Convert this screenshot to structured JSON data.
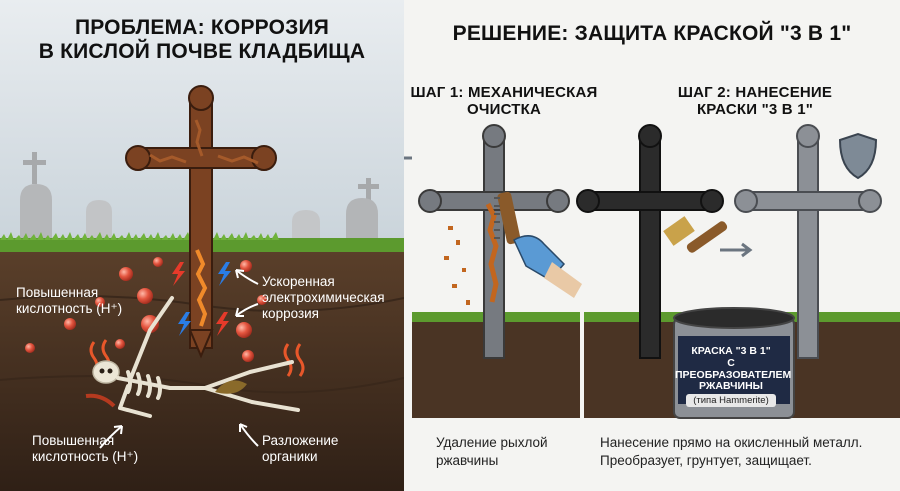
{
  "problem": {
    "title": "ПРОБЛЕМА: КОРРОЗИЯ\nВ КИСЛОЙ ПОЧВЕ КЛАДБИЩА",
    "label_acidity_top": "Повышенная\nкислотность (H⁺)",
    "label_corrosion": "Ускоренная\nэлектрохимическая\nкоррозия",
    "label_acidity_bottom": "Повышенная\nкислотность (H⁺)",
    "label_decomposition": "Разложение\nорганики"
  },
  "solution": {
    "title": "РЕШЕНИЕ: ЗАЩИТА КРАСКОЙ \"3 В 1\"",
    "step1_title": "ШАГ 1: МЕХАНИЧЕСКАЯ\nОЧИСТКА",
    "step2_title": "ШАГ 2: НАНЕСЕНИЕ\nКРАСКИ \"3 В 1\"",
    "step1_caption": "Удаление рыхлой\nржавчины",
    "step2_caption": "Нанесение прямо на окисленный металл.\nПреобразует, грунтует, защищает.",
    "can_label": "КРАСКА \"3 В 1\"\nС ПРЕОБРАЗОВАТЕЛЕМ\nРЖАВЧИНЫ",
    "can_sublabel": "(типа Hammerite)"
  },
  "colors": {
    "rust": "#8a4a24",
    "soil": "#4a3424",
    "grass": "#5c9a2e",
    "sky": "#d9e1e8",
    "paint_black": "#2b2b2b",
    "steel": "#8c9096",
    "shield": "#7e8a96"
  }
}
